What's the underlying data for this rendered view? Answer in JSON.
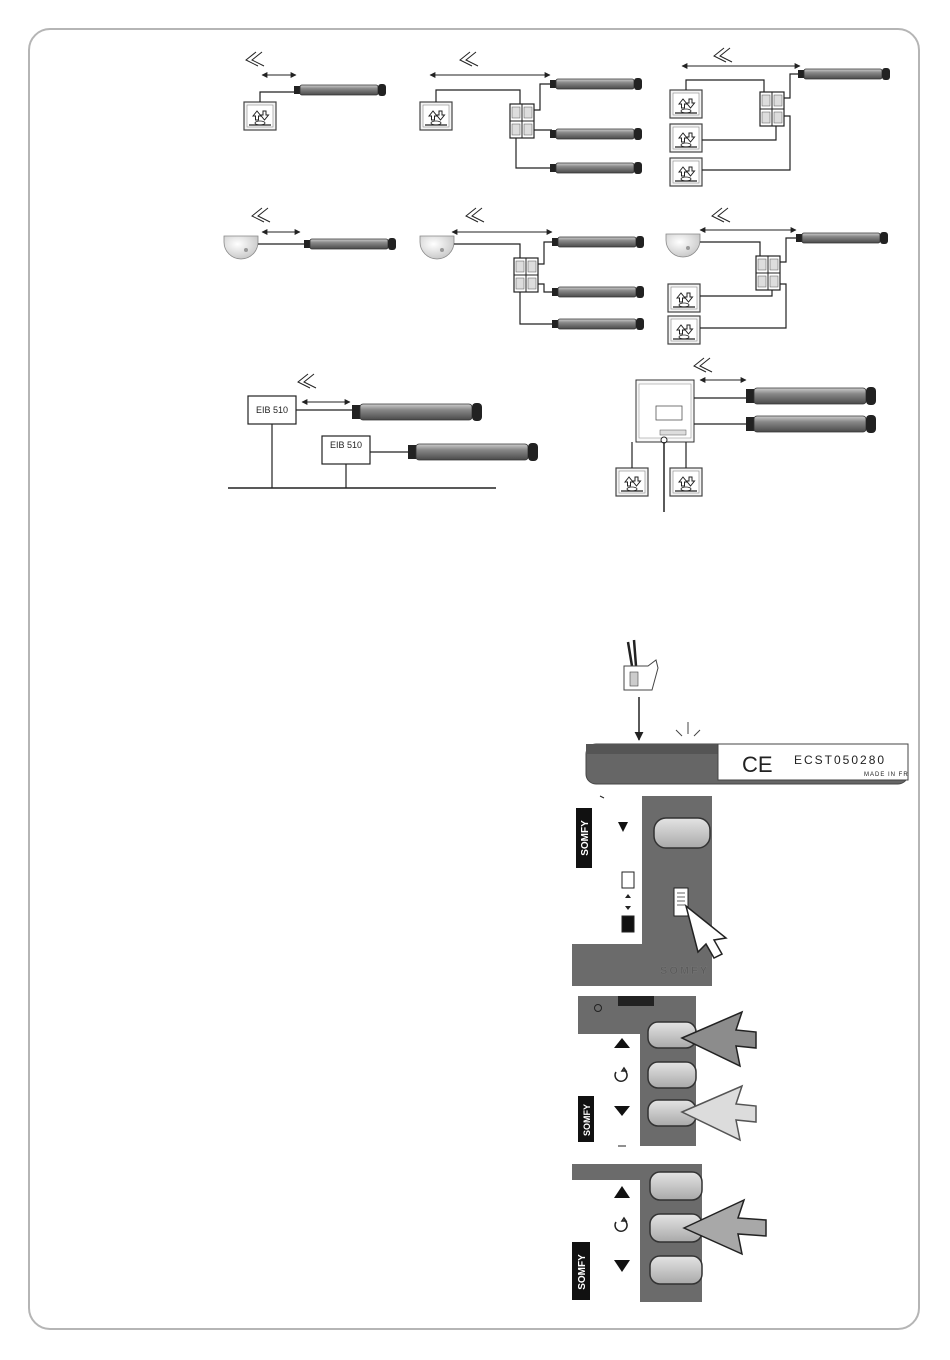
{
  "diagram_labels": {
    "eib_module_1": "EIB 510",
    "eib_module_2": "EIB 510"
  },
  "label_plate": {
    "ce_mark": "CE",
    "serial": "ECST050280",
    "made_in": "MADE IN FR"
  },
  "brand": {
    "panel_1": "SOMFY",
    "panel_1_bottom": "SOMFY",
    "panel_2": "SOMFY",
    "panel_3": "SOMFY"
  },
  "colors": {
    "panel_dark": "#6b6b6b",
    "panel_light": "#ffffff",
    "motor": "#6f6f6f",
    "line": "#1a1a1a",
    "frame": "#b5b5b5"
  }
}
